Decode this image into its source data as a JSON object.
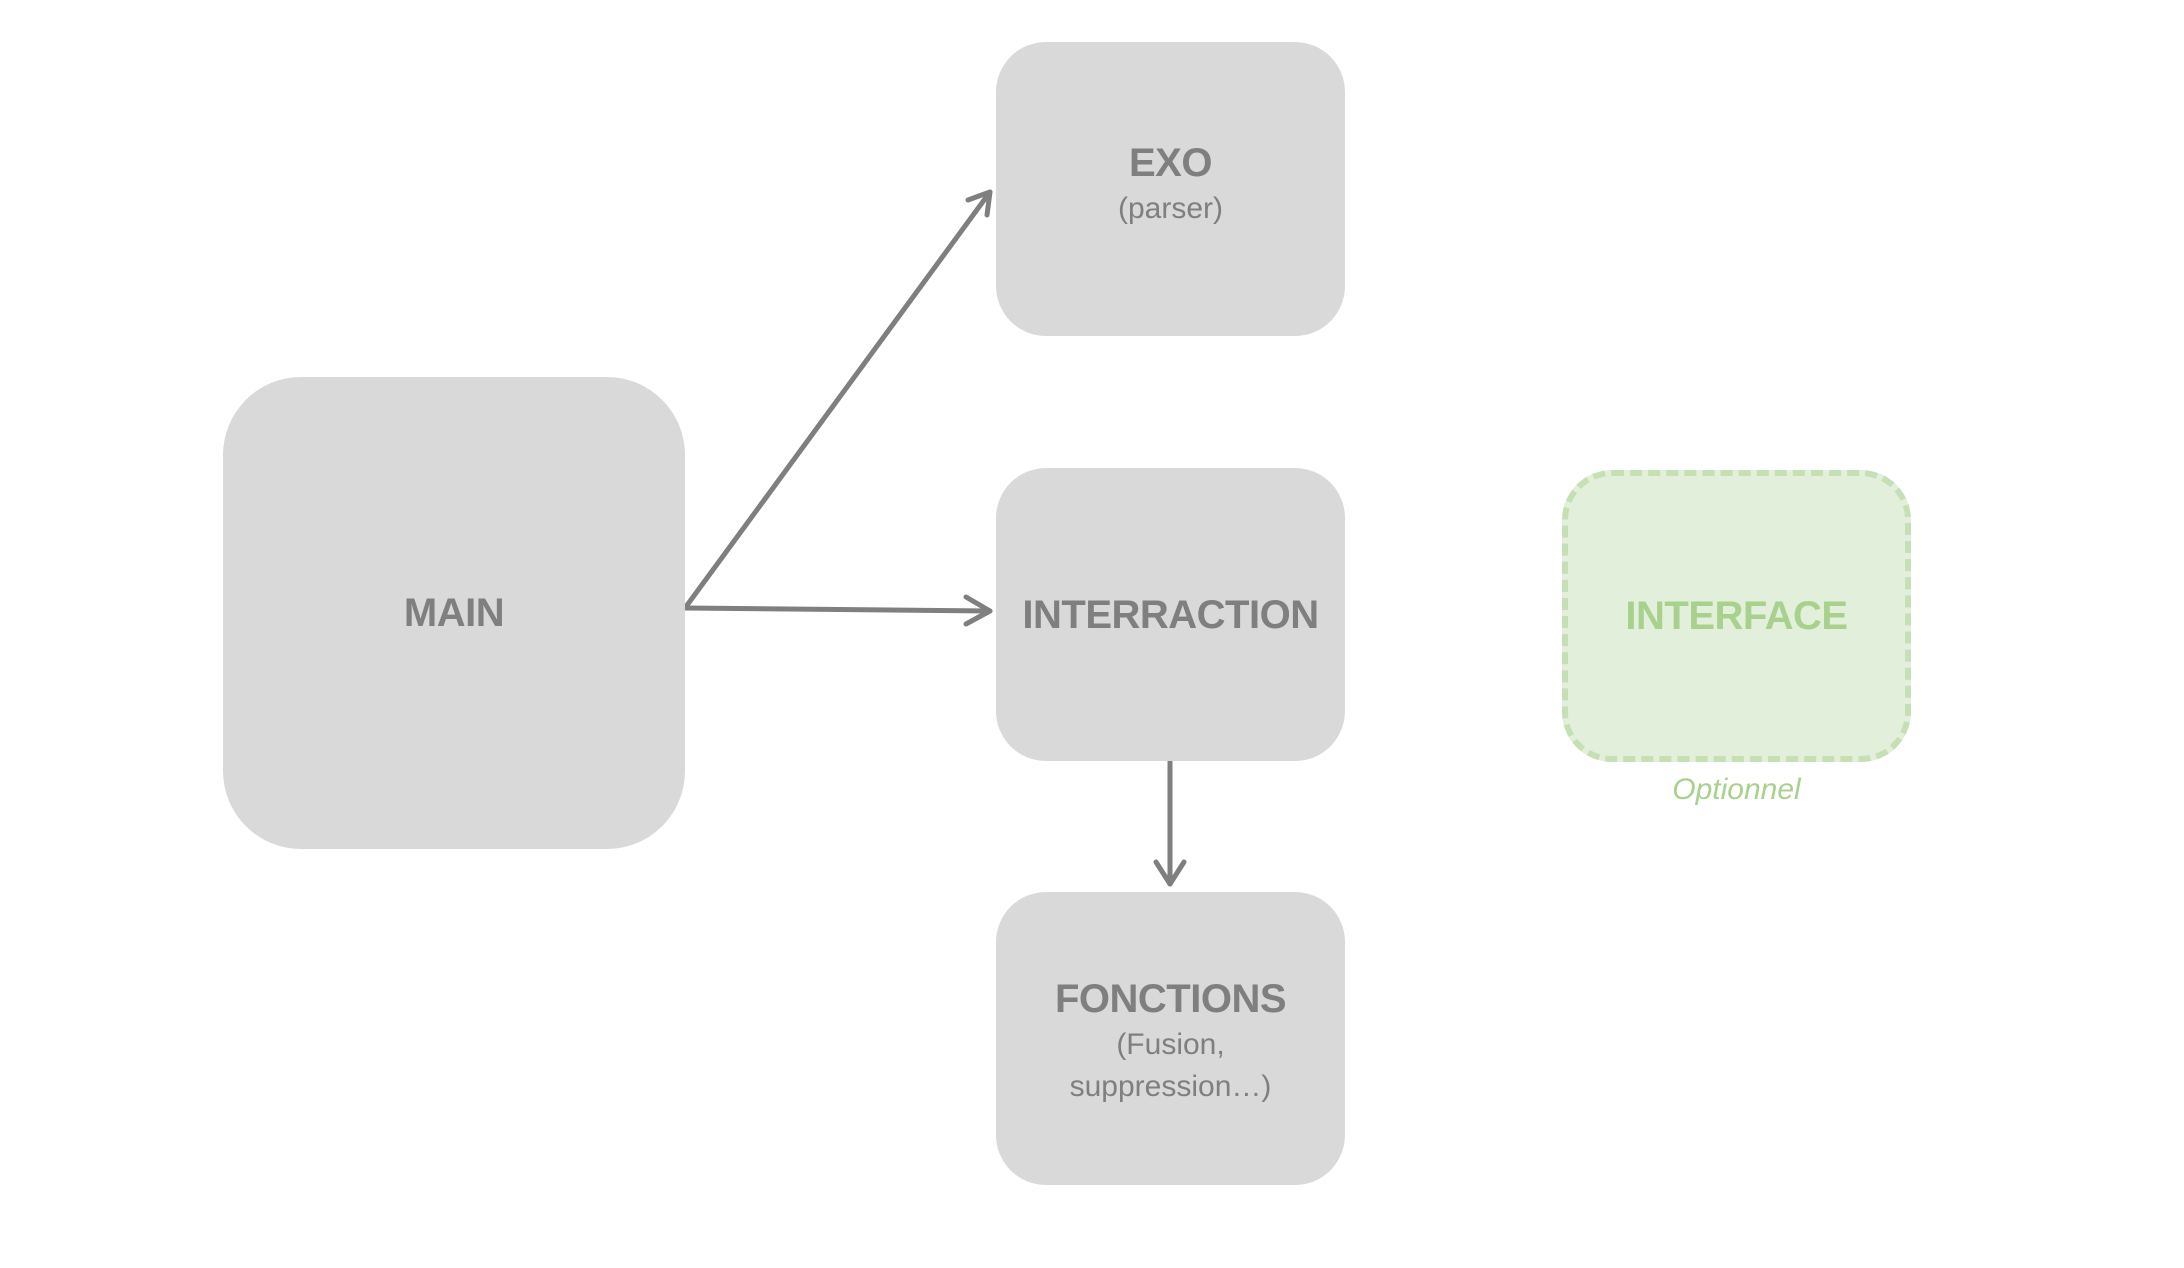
{
  "nodes": {
    "main": {
      "title": "MAIN"
    },
    "exo": {
      "title": "EXO",
      "subtitle": "(parser)"
    },
    "interraction": {
      "title": "INTERRACTION"
    },
    "fonctions": {
      "title": "FONCTIONS",
      "subtitle_line1": "(Fusion,",
      "subtitle_line2": "suppression…)"
    },
    "interface": {
      "title": "INTERFACE",
      "note": "Optionnel"
    }
  },
  "edges": [
    {
      "from": "MAIN",
      "to": "EXO"
    },
    {
      "from": "MAIN",
      "to": "INTERRACTION"
    },
    {
      "from": "INTERRACTION",
      "to": "FONCTIONS"
    }
  ],
  "colors": {
    "box_fill": "#d9d9d9",
    "text_gray": "#7f7f7f",
    "arrow": "#7f7f7f",
    "optional_fill": "#e2efda",
    "optional_border": "#c5e0b4",
    "optional_text": "#a9d18e"
  }
}
